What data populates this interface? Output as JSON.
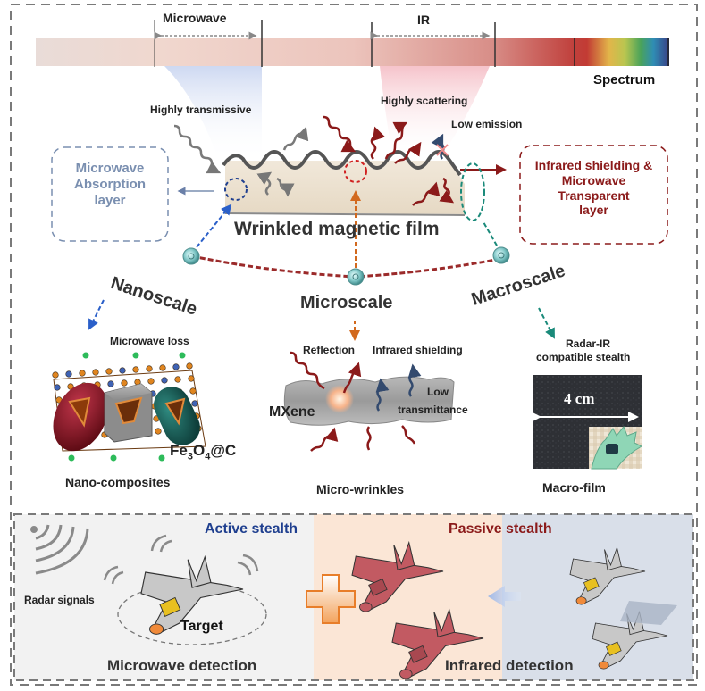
{
  "spectrum": {
    "label": "Spectrum",
    "microwave_label": "Microwave",
    "ir_label": "IR"
  },
  "film": {
    "title": "Wrinkled magnetic film",
    "highly_transmissive": "Highly transmissive",
    "highly_scattering": "Highly scattering",
    "low_emission": "Low emission"
  },
  "side_boxes": {
    "left": {
      "lines": [
        "Microwave",
        "Absorption",
        "layer"
      ],
      "color": "#7a8fb0"
    },
    "right": {
      "lines": [
        "Infrared shielding &",
        "Microwave",
        "Transparent",
        "layer"
      ],
      "color": "#8b1a1a"
    }
  },
  "scales": {
    "nano": "Nanoscale",
    "micro": "Microscale",
    "macro": "Macroscale"
  },
  "panels": {
    "nano": {
      "top_label": "Microwave loss",
      "formula": {
        "base": "Fe",
        "sub1": "3",
        "mid": "O",
        "sub2": "4",
        "suffix": "@C"
      },
      "caption": "Nano-composites"
    },
    "micro": {
      "reflection": "Reflection",
      "infrared_shielding": "Infrared shielding",
      "mxene": "MXene",
      "low": "Low",
      "transmittance": "transmittance",
      "caption": "Micro-wrinkles"
    },
    "macro": {
      "top_line1": "Radar-IR",
      "top_line2": "compatible stealth",
      "dimension": "4 cm",
      "caption": "Macro-film"
    }
  },
  "bottom": {
    "active_stealth": "Active stealth",
    "passive_stealth": "Passive stealth",
    "radar_signals": "Radar signals",
    "target": "Target",
    "microwave_detection": "Microwave detection",
    "infrared_detection": "Infrared detection"
  },
  "colors": {
    "active_blue": "#1f3f8f",
    "passive_red": "#8b1a1a",
    "nano_blue": "#2a5fc9",
    "micro_orange": "#d2691e",
    "macro_teal": "#1a8a7a",
    "chain_red": "#9b2a2a"
  }
}
